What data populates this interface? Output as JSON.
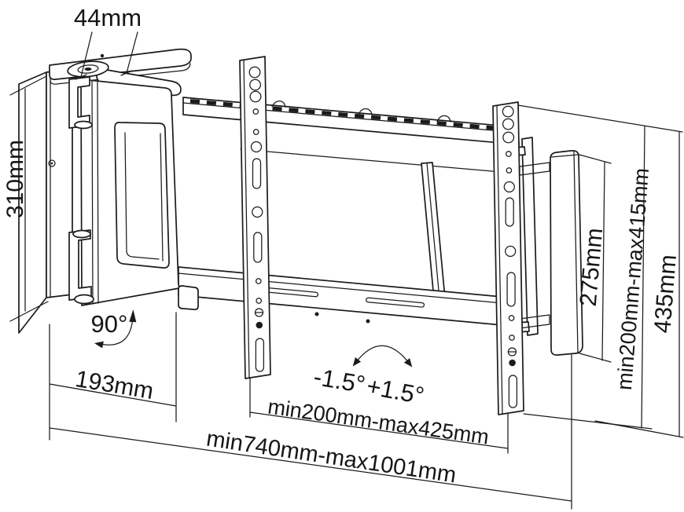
{
  "diagram": {
    "labels": {
      "plate_width": "44mm",
      "column_height": "310mm",
      "swivel_angle": "90°",
      "arm_extension": "193mm",
      "tilt_down": "-1.5°",
      "tilt_up": "+1.5°",
      "vesa_width_range": "min200mm-max425mm",
      "total_width_range": "min740mm-max1001mm",
      "slide_height": "275mm",
      "vesa_height_range": "min200mm-max415mm",
      "total_height": "435mm"
    },
    "colors": {
      "line": "#1b1b1b",
      "background": "#ffffff"
    }
  }
}
